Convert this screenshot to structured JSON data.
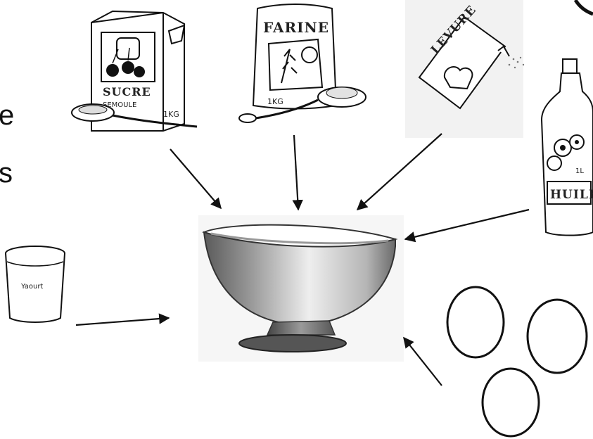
{
  "edge_text": {
    "line1": "e",
    "line2": "s"
  },
  "ingredients": {
    "sucre": {
      "brand": "SUCRE",
      "subtitle": "SEMOULE",
      "weight": "1KG"
    },
    "farine": {
      "brand": "FARINE",
      "weight": "1KG"
    },
    "levure": {
      "brand": "LEVURE"
    },
    "huile": {
      "brand": "HUILE",
      "volume": "1L"
    },
    "yaourt": {
      "label": "Yaourt"
    },
    "oeufs": {
      "count": 3
    }
  },
  "colors": {
    "ink": "#111111",
    "bowl_shadow": "#7a7a7a",
    "bowl_light": "#e8e8e8"
  }
}
